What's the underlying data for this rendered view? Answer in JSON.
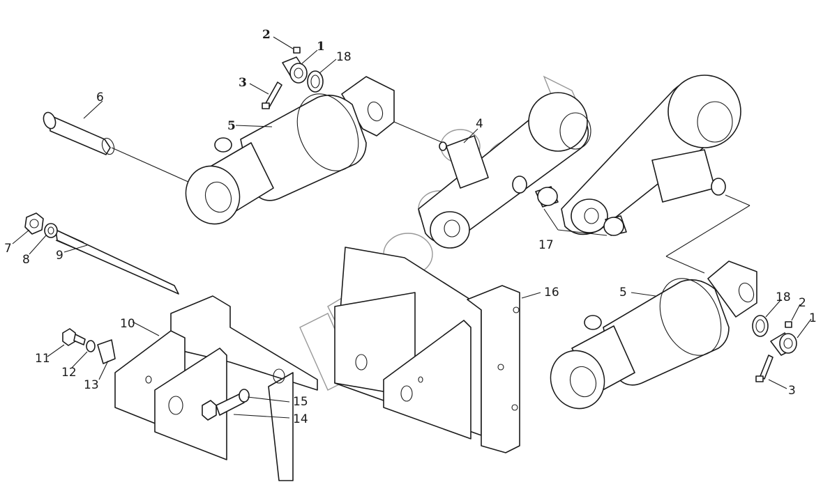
{
  "header_text": "",
  "callouts": [
    {
      "id": "c2a",
      "text": "2",
      "bold": true
    },
    {
      "id": "c1a",
      "text": "1",
      "bold": true
    },
    {
      "id": "c18a",
      "text": "18",
      "bold": false
    },
    {
      "id": "c3a",
      "text": "3",
      "bold": true
    },
    {
      "id": "c6",
      "text": "6",
      "bold": false
    },
    {
      "id": "c5a",
      "text": "5",
      "bold": true
    },
    {
      "id": "c4",
      "text": "4",
      "bold": false
    },
    {
      "id": "c7",
      "text": "7",
      "bold": false
    },
    {
      "id": "c8",
      "text": "8",
      "bold": false
    },
    {
      "id": "c9",
      "text": "9",
      "bold": false
    },
    {
      "id": "c10",
      "text": "10",
      "bold": false
    },
    {
      "id": "c11",
      "text": "11",
      "bold": false
    },
    {
      "id": "c12",
      "text": "12",
      "bold": false
    },
    {
      "id": "c13",
      "text": "13",
      "bold": false
    },
    {
      "id": "c14",
      "text": "14",
      "bold": false
    },
    {
      "id": "c15",
      "text": "15",
      "bold": false
    },
    {
      "id": "c16",
      "text": "16",
      "bold": false
    },
    {
      "id": "c17",
      "text": "17",
      "bold": false
    },
    {
      "id": "c5b",
      "text": "5",
      "bold": false
    },
    {
      "id": "c18b",
      "text": "18",
      "bold": false
    },
    {
      "id": "c2b",
      "text": "2",
      "bold": false
    },
    {
      "id": "c1b",
      "text": "1",
      "bold": false
    },
    {
      "id": "c3b",
      "text": "3",
      "bold": false
    }
  ]
}
